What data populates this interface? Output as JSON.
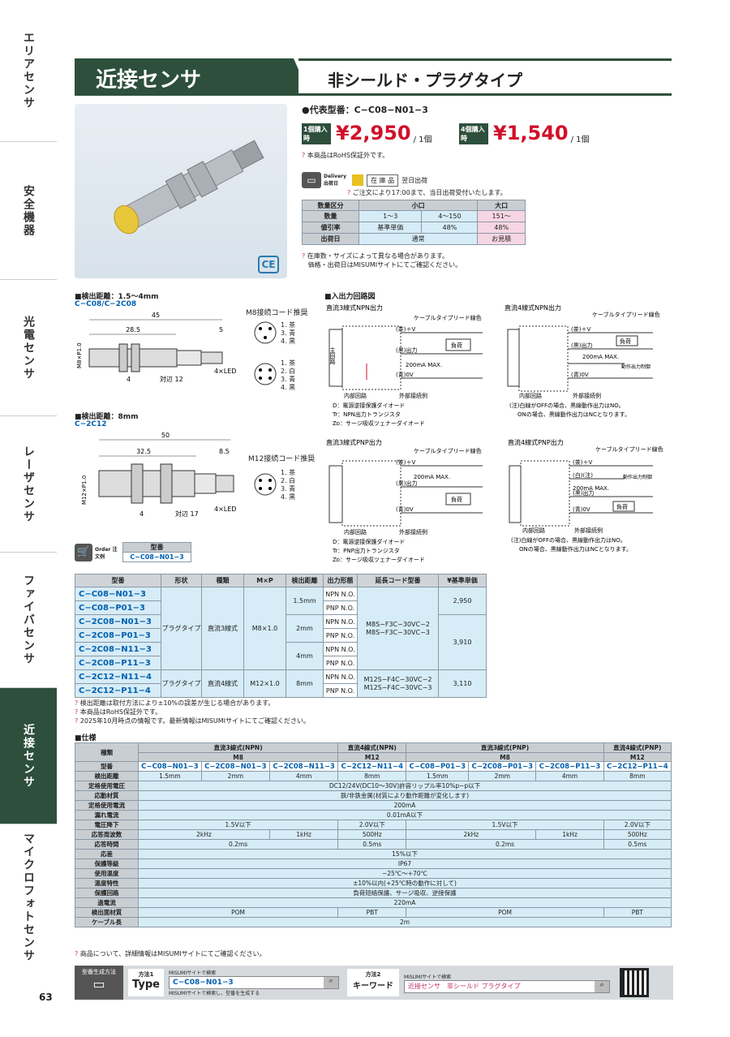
{
  "side_tabs": [
    "エリアセンサ",
    "安全機器",
    "光電センサ",
    "レーザセンサ",
    "ファイバセンサ",
    "近接センサ",
    "マイクロフォトセンサ"
  ],
  "page_number": "63",
  "header": {
    "title": "近接センサ",
    "subtitle": "非シールド・プラグタイプ"
  },
  "ce": "CE",
  "rep_model": "●代表型番：C−C08−N01−3",
  "price1": {
    "badge": "1個購入時",
    "price": "¥2,950",
    "unit": "/ 1個"
  },
  "price2": {
    "badge": "4個購入時",
    "price": "¥1,540",
    "unit": "/ 1個"
  },
  "rohs_note": "本商品はRoHS保証外です。",
  "delivery": {
    "label": "Delivery 出荷日",
    "stock": "在 庫 品",
    "next": "翌日出荷",
    "note": "ご注文により17:00まで、当日出荷受付いたします。"
  },
  "qty_table": {
    "headers": [
      "数量区分",
      "小口",
      "",
      "大口"
    ],
    "rows": [
      [
        "数量",
        "1〜3",
        "4〜150",
        "151〜"
      ],
      [
        "値引率",
        "基準単価",
        "48%",
        "48%"
      ],
      [
        "出荷日",
        "通常",
        "",
        "お見積"
      ]
    ],
    "note1": "在庫数・サイズによって異なる場合があります。",
    "note2": "価格・出荷日はMISUMIサイトにてご確認ください。"
  },
  "dim1": {
    "title": "■検出距離：1.5〜4mm",
    "models": "C−C08/C−2C08",
    "d45": "45",
    "d28": "28.5",
    "d5": "5",
    "m8": "M8×P1.0",
    "d4": "4",
    "flat": "対辺 12",
    "led": "4×LED"
  },
  "dim2": {
    "title": "■検出距離：8mm",
    "models": "C−2C12",
    "d50": "50",
    "d32": "32.5",
    "d85": "8.5",
    "m12": "M12×P1.0",
    "d4": "4",
    "flat": "対辺 17",
    "led": "4×LED"
  },
  "m8_conn": {
    "title": "M8接続コード推奨",
    "list1": [
      "1. 茶",
      "3. 青",
      "4. 黒"
    ],
    "list2": [
      "1. 茶",
      "2. 白",
      "3. 青",
      "4. 黒"
    ]
  },
  "m12_conn": {
    "title": "M12接続コード推奨",
    "list": [
      "1. 茶",
      "2. 白",
      "3. 青",
      "4. 黒"
    ]
  },
  "io": {
    "title": "■入出力回路図",
    "npn3": "直流3線式NPN出力",
    "npn4": "直流4線式NPN出力",
    "pnp3": "直流3線式PNP出力",
    "pnp4": "直流4線式PNP出力",
    "cable": "ケーブルタイプリード線色",
    "main": "主回路",
    "load": "負荷",
    "inner": "内部回路",
    "outer": "外部接続例",
    "brown": "(茶)＋V",
    "black": "(黒)出力",
    "blue": "(青)0V",
    "white": "(白)(注)",
    "current": "200mA MAX.",
    "out_ctrl": "動作出力制御",
    "legend_npn": [
      "D：電源逆接保護ダイオード",
      "Tr：NPN出力トランジスタ",
      "Zᴅ：サージ吸収ツェナーダイオード"
    ],
    "legend_pnp": [
      "D：電源逆接保護ダイオード",
      "Tr：PNP出力トランジスタ",
      "Zᴅ：サージ吸収ツェナーダイオード"
    ],
    "note4a": "(注)白線がOFFの場合、黒線動作出力はNO。",
    "note4b": "ONの場合、黒線動作出力はNCとなります。"
  },
  "order": {
    "label": "Order 注文例",
    "head": "型番",
    "value": "C−C08−N01−3"
  },
  "main_table": {
    "headers": [
      "型番",
      "形状",
      "種類",
      "M×P",
      "検出距離",
      "出力形態",
      "延長コード型番",
      "¥基準単価"
    ],
    "models": [
      "C−C08−N01−3",
      "C−C08−P01−3",
      "C−2C08−N01−3",
      "C−2C08−P01−3",
      "C−2C08−N11−3",
      "C−2C08−P11−3",
      "C−2C12−N11−4",
      "C−2C12−P11−4"
    ],
    "outputs": [
      "NPN N.O.",
      "PNP N.O.",
      "NPN N.O.",
      "PNP N.O.",
      "NPN N.O.",
      "PNP N.O.",
      "NPN N.O.",
      "PNP N.O."
    ],
    "shape": "プラグタイプ",
    "type3": "直流3線式",
    "type4": "直流4線式",
    "m8": "M8×1.0",
    "m12": "M12×1.0",
    "d15": "1.5mm",
    "d2": "2mm",
    "d4": "4mm",
    "d8": "8mm",
    "cord3": "M8S−F3C−30VC−2\nM8S−F3C−30VC−3",
    "cord4": "M12S−F4C−30VC−2\nM12S−F4C−30VC−3",
    "p1": "2,950",
    "p2": "3,910",
    "p3": "3,110",
    "notes": [
      "検出距離は取付方法により±10%の誤差が生じる場合があります。",
      "本商品はRoHS保証外です。",
      "2025年10月時点の情報です。最新情報はMISUMIサイトにてご確認ください。"
    ]
  },
  "spec": {
    "title": "■仕様",
    "cat": "種類",
    "model": "型番",
    "groups": [
      "直流3線式(NPN)",
      "直流4線式(NPN)",
      "直流3線式(PNP)",
      "直流4線式(PNP)"
    ],
    "sizes": [
      "M8",
      "M12",
      "M8",
      "M12"
    ],
    "models": [
      "C−C08−N01−3",
      "C−2C08−N01−3",
      "C−2C08−N11−3",
      "C−2C12−N11−4",
      "C−C08−P01−3",
      "C−2C08−P01−3",
      "C−2C08−P11−3",
      "C−2C12−P11−4"
    ],
    "rows": [
      {
        "k": "検出距離",
        "v": [
          "1.5mm",
          "2mm",
          "4mm",
          "8mm",
          "1.5mm",
          "2mm",
          "4mm",
          "8mm"
        ]
      },
      {
        "k": "定格使用電圧",
        "v": [
          "DC12/24V(DC10〜30V)許容リップル率10%p−p以下"
        ]
      },
      {
        "k": "応動材質",
        "v": [
          "鉄/非鉄金属(材質により動作距離が変化します)"
        ]
      },
      {
        "k": "定格使用電流",
        "v": [
          "200mA"
        ]
      },
      {
        "k": "漏れ電流",
        "v": [
          "0.01mA以下"
        ]
      },
      {
        "k": "電圧降下",
        "v": [
          "1.5V以下",
          "2.0V以下",
          "1.5V以下",
          "2.0V以下"
        ]
      },
      {
        "k": "応答周波数",
        "v": [
          "2kHz",
          "1kHz",
          "500Hz",
          "2kHz",
          "1kHz",
          "500Hz"
        ]
      },
      {
        "k": "応答時間",
        "v": [
          "0.2ms",
          "0.5ms",
          "0.2ms",
          "0.5ms"
        ]
      },
      {
        "k": "応差",
        "v": [
          "15%以下"
        ]
      },
      {
        "k": "保護等級",
        "v": [
          "IP67"
        ]
      },
      {
        "k": "使用温度",
        "v": [
          "−25℃〜+70℃"
        ]
      },
      {
        "k": "温度特性",
        "v": [
          "±10%以内(+25℃時の動作に対して)"
        ]
      },
      {
        "k": "保護回路",
        "v": [
          "負荷短絡保護、サージ吸収、逆接保護"
        ]
      },
      {
        "k": "過電流",
        "v": [
          "220mA"
        ]
      },
      {
        "k": "検出面材質",
        "v": [
          "POM",
          "PBT",
          "POM",
          "PBT"
        ]
      },
      {
        "k": "ケーブル長",
        "v": [
          "2m"
        ]
      }
    ],
    "note": "商品について、詳細情報はMISUMIサイトにてご確認ください。"
  },
  "footer": {
    "gen": "型番生成方法",
    "m1": "方法1",
    "type": "Type",
    "search1_label": "MISUMIサイトで検索",
    "search1_value": "C−C08−N01−3",
    "search1_sub": "MISUMIサイトで検索し、型番を生成する",
    "m2": "方法2",
    "kw": "キーワード",
    "search2_label": "MISUMIサイトで検索",
    "search2_value": "近接センサ　非シールド プラグタイプ"
  }
}
